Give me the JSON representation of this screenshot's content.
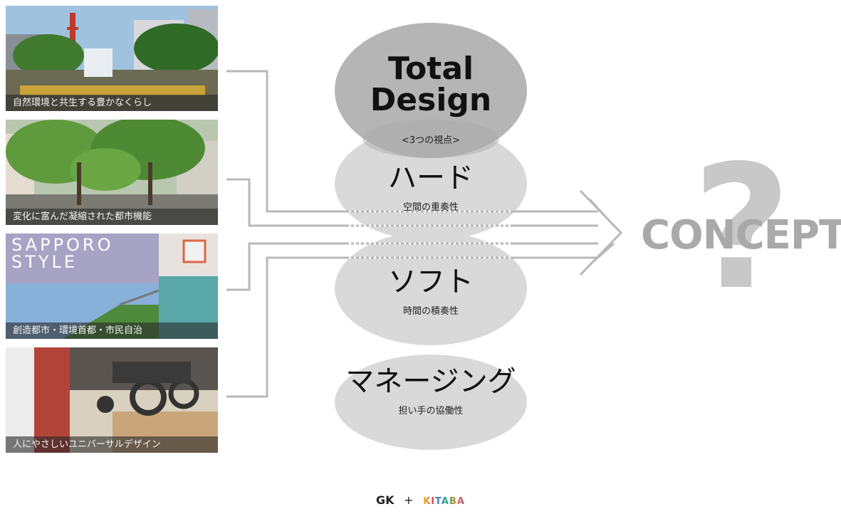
{
  "photos": [
    {
      "caption": "自然環境と共生する豊かなくらし",
      "scene": "fountain-park-tower"
    },
    {
      "caption": "変化に富んだ凝縮された都市機能",
      "scene": "tree-lined-street"
    },
    {
      "caption": "創造都市・環境首都・市民自治",
      "scene": "sapporo-style-poster",
      "overlay": "SAPPORO\nSTYLE"
    },
    {
      "caption": "人にやさしいユニバーサルデザイン",
      "scene": "wheelchair-ramp"
    }
  ],
  "total_design": {
    "title_line1": "Total",
    "title_line2": "Design",
    "subtitle": "<3つの視点>"
  },
  "views": [
    {
      "title": "ハード",
      "subtitle": "空間の重奏性"
    },
    {
      "title": "ソフト",
      "subtitle": "時間の積奏性"
    },
    {
      "title": "マネージング",
      "subtitle": "担い手の協働性"
    }
  ],
  "concept": {
    "label": "CONCEPT",
    "mark": "?"
  },
  "footer": {
    "left": "GK",
    "plus": "+",
    "right": "KITABA"
  },
  "colors": {
    "ellipse_dark": "#b5b5b5",
    "ellipse_light": "#d9d9d9",
    "connector": "#b8b8b8",
    "concept": "#a9a9a9"
  }
}
